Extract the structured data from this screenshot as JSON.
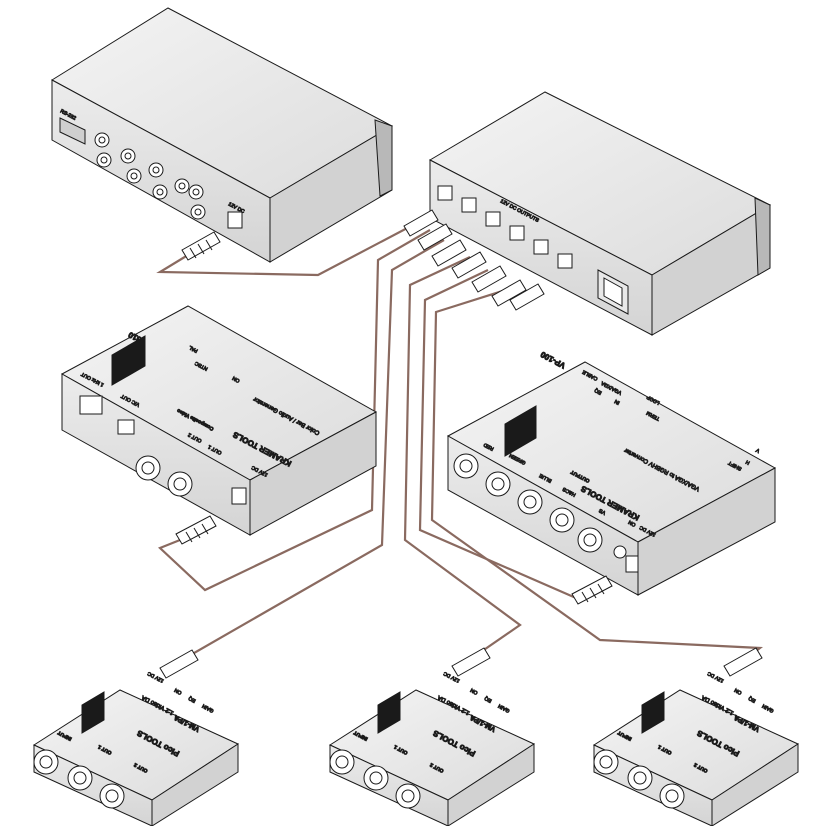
{
  "devices": {
    "top_left": {
      "port_labels": [
        "RS-232",
        "12V DC"
      ]
    },
    "psu": {
      "jack_label": "12V DC OUTPUTS"
    },
    "gen_810": {
      "brand": "KRAMER TOOLS",
      "model": "810",
      "subtitle": "Color Bar / Audio Generator",
      "switch_labels": [
        "PAL",
        "NTSC",
        "ON"
      ],
      "port_labels": [
        "OUT 1",
        "OUT 2",
        "Composite Video",
        "V/C OUT",
        "1 kHz OUT",
        "12V DC"
      ]
    },
    "vp100": {
      "brand": "KRAMER TOOLS",
      "model": "VP-100",
      "subtitle": "VGA/XGA to RGBHV Converter",
      "switch_labels": [
        "LOOP",
        "VGA/XGA",
        "TERM",
        "IN",
        "CABLE",
        "EQ",
        "SHIFT",
        "V",
        "H"
      ],
      "port_labels": [
        "RED",
        "GREEN",
        "BLUE",
        "H&CS",
        "VS",
        "OUTPUT",
        "12V DC",
        "ON"
      ]
    },
    "da": [
      {
        "brand": "Pico TOOLS",
        "model": "VM-1/PA",
        "subtitle": "1:2 Video DA",
        "labels": [
          "GAIN",
          "EQ",
          "ON",
          "12V DC",
          "INPUT",
          "OUT 1",
          "OUT 2"
        ]
      },
      {
        "brand": "Pico TOOLS",
        "model": "VM-1/PA",
        "subtitle": "1:2 Video DA",
        "labels": [
          "GAIN",
          "EQ",
          "ON",
          "12V DC",
          "INPUT",
          "OUT 1",
          "OUT 2"
        ]
      },
      {
        "brand": "Pico TOOLS",
        "model": "VM-1/PA",
        "subtitle": "1:2 Video DA",
        "labels": [
          "GAIN",
          "EQ",
          "ON",
          "12V DC",
          "INPUT",
          "OUT 1",
          "OUT 2"
        ]
      }
    ]
  },
  "colors": {
    "cable": "#8a6a60",
    "body_top": "#f2f2f2",
    "body_side": "#d9d9d9",
    "body_front": "#e6e6e6",
    "line": "#1a1a1a",
    "rubber": "#a07070"
  }
}
